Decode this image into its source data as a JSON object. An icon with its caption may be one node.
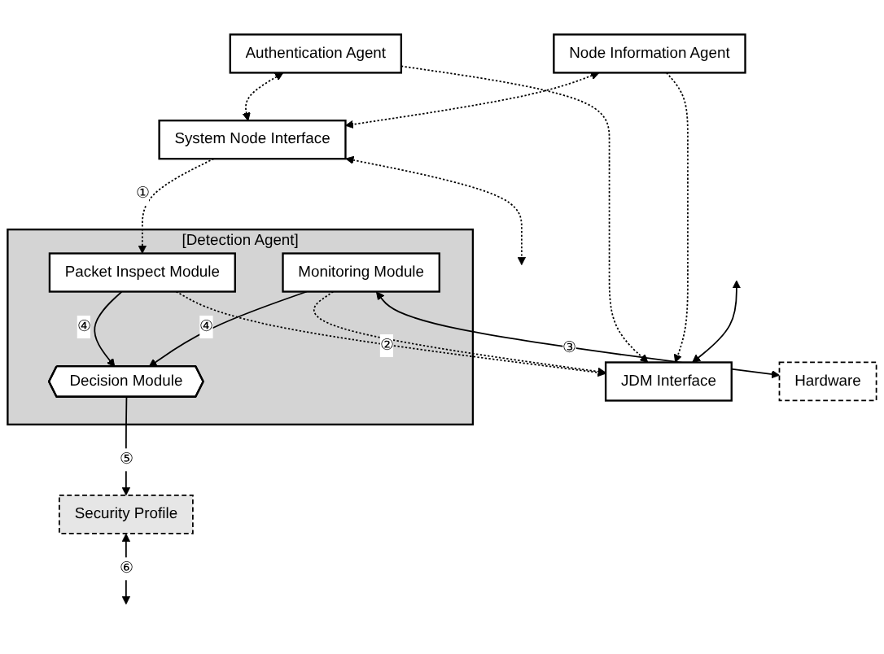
{
  "diagram": {
    "nodes": [
      {
        "text": [
          "JDM Interface"
        ]
      },
      {
        "text": [
          "Node Information Agent"
        ]
      },
      {
        "text": [
          "Authentication Agent"
        ]
      },
      {
        "text": [
          "System Node Interface"
        ]
      },
      {
        "text": [
          "[Detection Agent]"
        ]
      },
      {
        "text": [
          "Monitoring Module"
        ],
        "in": 4
      },
      {
        "text": [
          "Packet Inspect Module"
        ],
        "in": 4
      },
      {
        "text": [
          "Decision Module"
        ],
        "in": 4
      },
      {
        "text": [
          "Hardware"
        ]
      },
      {
        "text": [
          "Security Profile"
        ]
      }
    ],
    "edges": [
      {
        "from": null,
        "to": 0,
        "arrow": "both"
      },
      {
        "from": 1,
        "to": 0,
        "arrow": "to",
        "style": "dashed"
      },
      {
        "from": 2,
        "to": 0,
        "arrow": "to",
        "style": "dashed"
      },
      {
        "from": 1,
        "to": 3,
        "arrow": "both",
        "style": "dashed"
      },
      {
        "from": 2,
        "to": 3,
        "arrow": "both",
        "style": "dashed"
      },
      {
        "from": 5,
        "to": 0,
        "arrow": "to",
        "style": "dashed"
      },
      {
        "from": 6,
        "to": 0,
        "arrow": "to",
        "style": "dashed",
        "label": "②"
      },
      {
        "from": 3,
        "to": 6,
        "arrow": "to",
        "style": "dashed",
        "label": "①"
      },
      {
        "from": 3,
        "to": null,
        "arrow": "both",
        "style": "dashed"
      },
      {
        "from": 5,
        "to": 7,
        "arrow": "to",
        "label": "④"
      },
      {
        "from": 6,
        "to": 7,
        "arrow": "to",
        "label": "④"
      },
      {
        "from": 5,
        "to": 8,
        "arrow": "both",
        "label": "③"
      },
      {
        "from": 7,
        "to": 9,
        "arrow": "to",
        "label": "⑤"
      },
      {
        "from": 9,
        "to": null,
        "arrow": "both",
        "label": "⑥"
      }
    ]
  }
}
